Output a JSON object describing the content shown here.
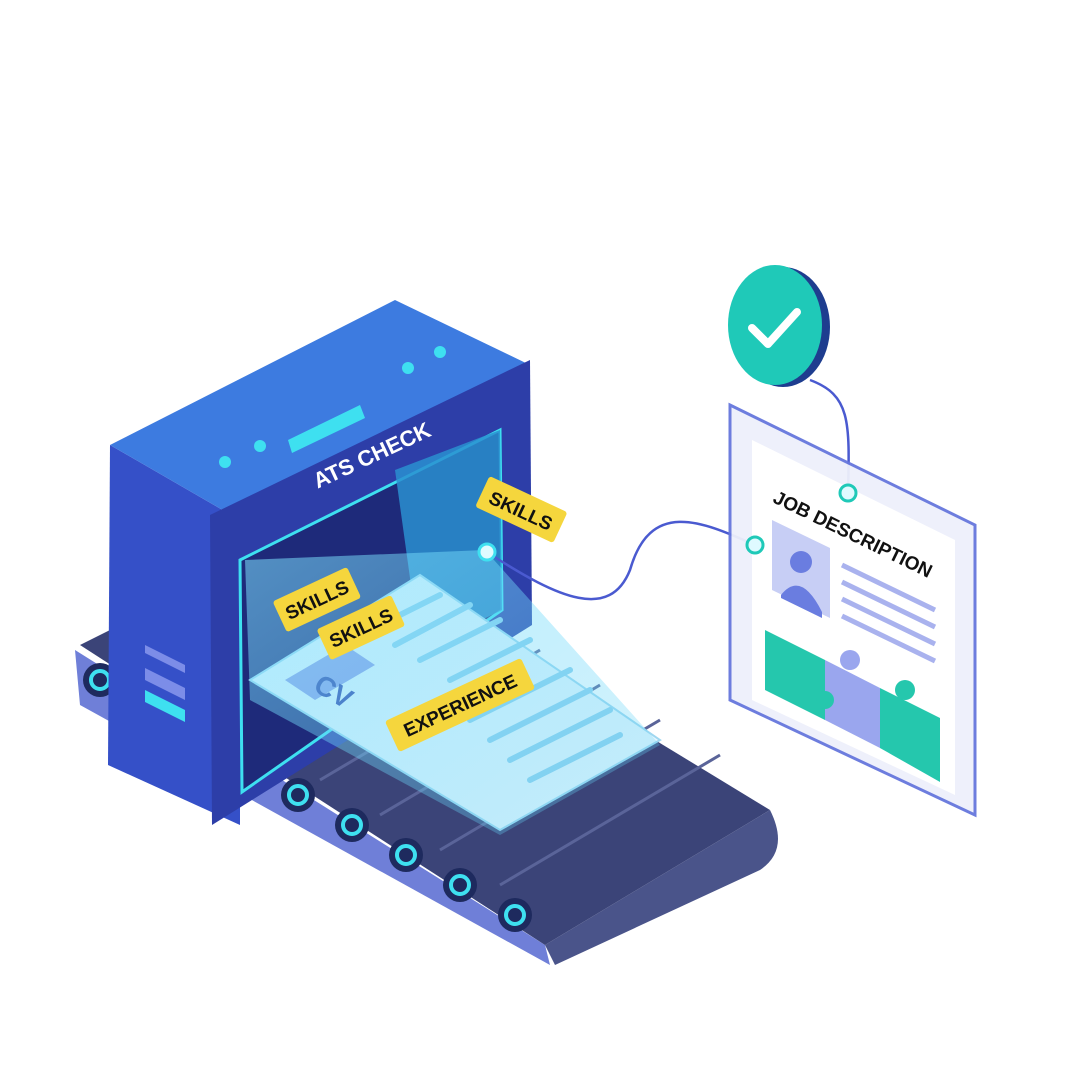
{
  "machine": {
    "label": "ATS CHECK"
  },
  "tags": {
    "skills_1": "SKILLS",
    "skills_2": "SKILLS",
    "skills_3": "SKILLS",
    "experience": "EXPERIENCE"
  },
  "document": {
    "label": "CV"
  },
  "job_card": {
    "title": "JOB DESCRIPTION"
  },
  "icons": [
    "check-icon",
    "avatar-icon",
    "puzzle-icon"
  ],
  "colors": {
    "machine": "#3550c8",
    "machine_top": "#3d7be0",
    "accent": "#1fc9b8",
    "tag": "#f5d63d",
    "belt": "#3b4478",
    "card": "#eef0fb"
  }
}
